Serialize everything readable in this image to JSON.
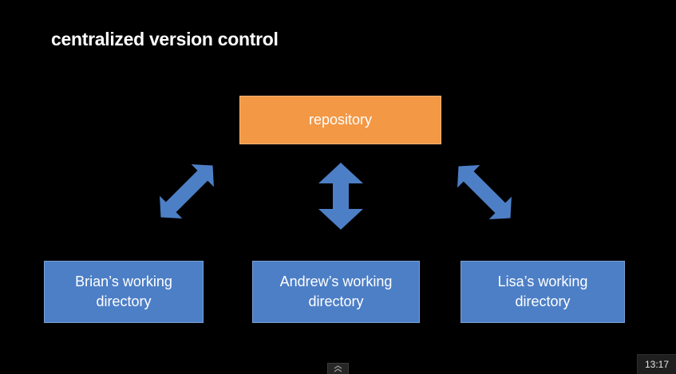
{
  "slide": {
    "title": "centralized version control",
    "repository": {
      "label": "repository",
      "color": "#f39845"
    },
    "working_directories": [
      {
        "line1": "Brian’s working",
        "line2": "directory"
      },
      {
        "line1": "Andrew’s working",
        "line2": "directory"
      },
      {
        "line1": "Lisa’s working",
        "line2": "directory"
      }
    ],
    "box_color": "#4d7fc6",
    "arrow_color": "#4d7fc6"
  },
  "player": {
    "timestamp": "13:17",
    "expand_icon": "double-chevron-up-icon"
  }
}
